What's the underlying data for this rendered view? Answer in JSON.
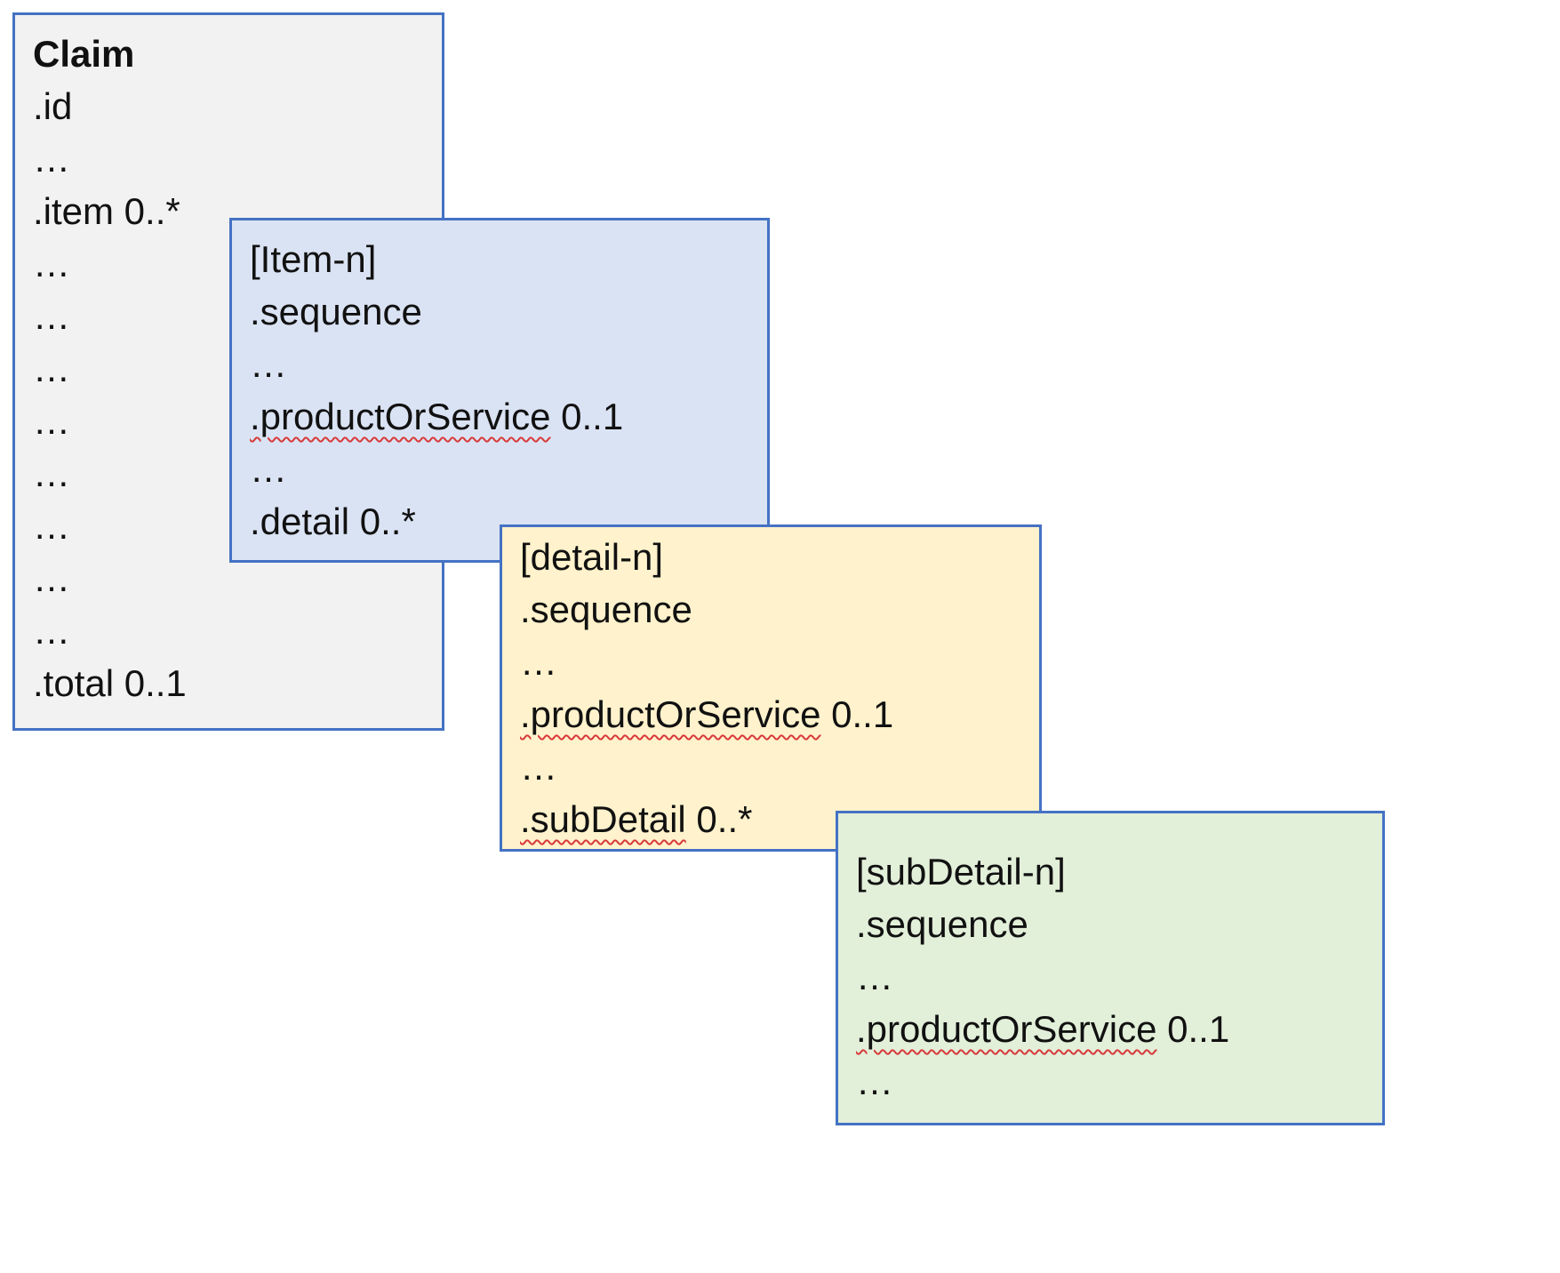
{
  "colors": {
    "background": "#ffffff",
    "border": "#4472c4",
    "text": "#111111",
    "spellcheck_squiggle": "#d83a3a",
    "claim_fill": "#f2f2f2",
    "item_fill": "#dae3f3",
    "detail_fill": "#fff2cc",
    "subdetail_fill": "#e2efd9"
  },
  "boxes": {
    "claim": {
      "title": "Claim",
      "lines": [
        {
          "t": ".id",
          "c": ""
        },
        {
          "t": "…",
          "c": ""
        },
        {
          "t": ".item",
          "c": " 0..*"
        },
        {
          "t": "…",
          "c": ""
        },
        {
          "t": "…",
          "c": ""
        },
        {
          "t": "…",
          "c": ""
        },
        {
          "t": "…",
          "c": ""
        },
        {
          "t": "…",
          "c": ""
        },
        {
          "t": "…",
          "c": ""
        },
        {
          "t": "…",
          "c": ""
        },
        {
          "t": "…",
          "c": ""
        },
        {
          "t": ".total",
          "c": " 0..1"
        }
      ]
    },
    "item": {
      "title": "[Item-n]",
      "lines": [
        {
          "t": ".sequence",
          "c": ""
        },
        {
          "t": "…",
          "c": ""
        },
        {
          "t": ".productOrService",
          "c": " 0..1"
        },
        {
          "t": "…",
          "c": ""
        },
        {
          "t": ".detail",
          "c": " 0..*"
        }
      ]
    },
    "detail": {
      "title": "[detail-n]",
      "lines": [
        {
          "t": ".sequence",
          "c": ""
        },
        {
          "t": "…",
          "c": ""
        },
        {
          "t": ".productOrService",
          "c": " 0..1"
        },
        {
          "t": "…",
          "c": ""
        },
        {
          "t": ".subDetail",
          "c": " 0..*"
        }
      ]
    },
    "subdetail": {
      "title": "[subDetail-n]",
      "lines": [
        {
          "t": ".sequence",
          "c": ""
        },
        {
          "t": "…",
          "c": ""
        },
        {
          "t": ".productOrService",
          "c": " 0..1"
        },
        {
          "t": "…",
          "c": ""
        }
      ]
    }
  }
}
